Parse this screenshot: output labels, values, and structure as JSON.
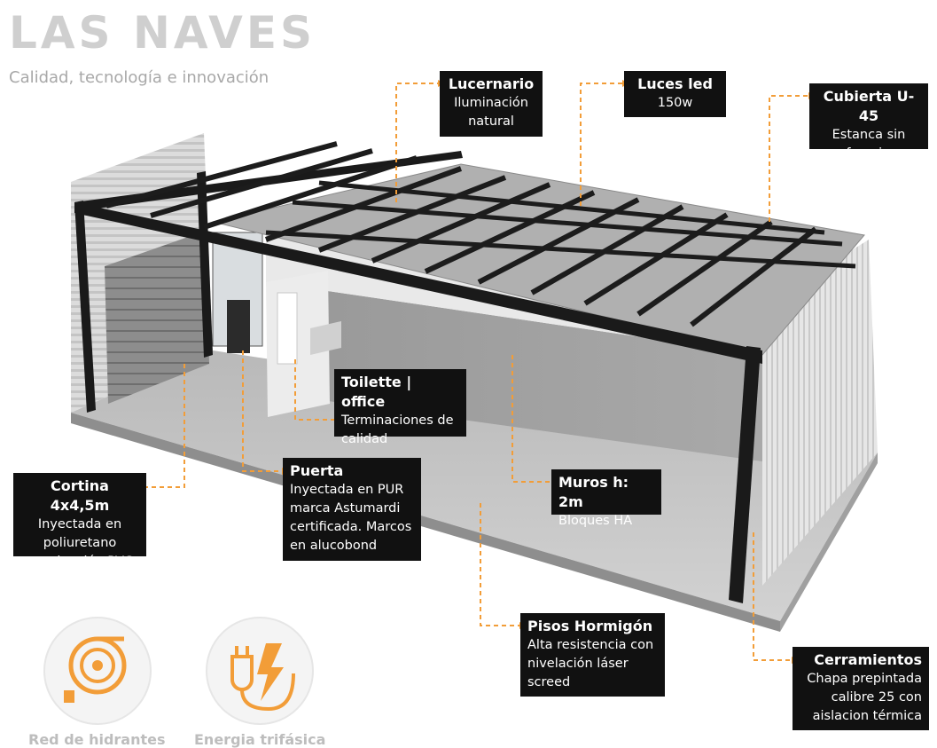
{
  "header": {
    "title": "LAS NAVES",
    "subtitle": "Calidad, tecnología e innovación"
  },
  "colors": {
    "accent": "#f29d38",
    "callout_bg": "#111111",
    "title_grey": "#cfcfcf",
    "steel": "#1a1a1a"
  },
  "callouts": {
    "lucernario": {
      "title": "Lucernario",
      "body": "Iluminación natural"
    },
    "luces": {
      "title": "Luces led",
      "body": "150w"
    },
    "cubierta": {
      "title": "Cubierta U-45",
      "body": "Estanca sin perforaciones"
    },
    "toilette": {
      "title": "Toilette | office",
      "body": "Terminaciones de calidad"
    },
    "cortina": {
      "title": "Cortina 4x4,5m",
      "body": "Inyectada en poliuretano terminación PVC"
    },
    "puerta": {
      "title": "Puerta",
      "body": "Inyectada en PUR marca Astumardi certificada. Marcos en alucobond"
    },
    "muros": {
      "title": "Muros h: 2m",
      "body": "Bloques HA"
    },
    "pisos": {
      "title": "Pisos Hormigón",
      "body": "Alta resistencia con nivelación láser screed"
    },
    "cerramientos": {
      "title": "Cerramientos",
      "body": "Chapa prepintada calibre 25 con aislacion térmica"
    }
  },
  "features": [
    {
      "label": "Red de hidrantes",
      "icon": "hydrant-hose-icon"
    },
    {
      "label": "Energia trifásica",
      "icon": "electric-plug-icon"
    }
  ]
}
